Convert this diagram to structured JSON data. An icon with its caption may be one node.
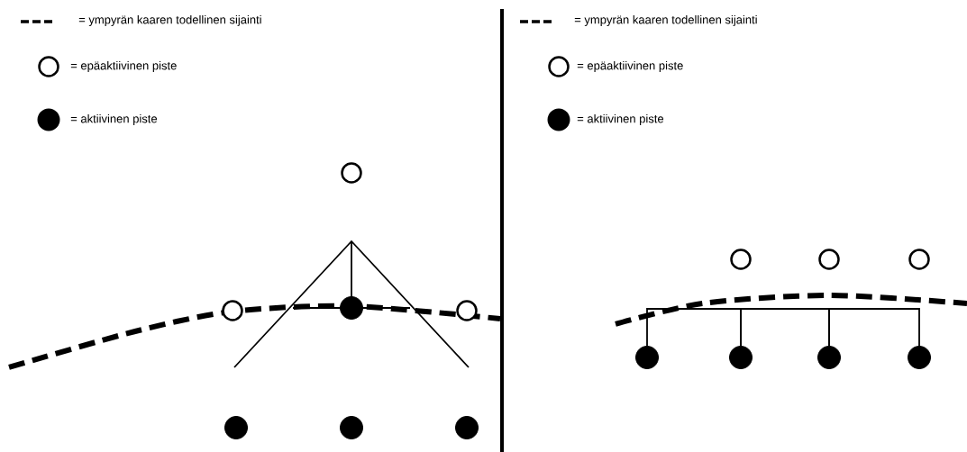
{
  "diagram": {
    "nodes": [
      {
        "text": [],
        "shape": "circle"
      },
      {
        "text": [],
        "shape": "circle"
      },
      {
        "text": [],
        "shape": "circle"
      },
      {
        "text": [],
        "shape": "circle"
      },
      {
        "text": [],
        "shape": "circle"
      },
      {
        "text": [],
        "shape": "circle"
      },
      {
        "text": [],
        "shape": "circle"
      },
      {
        "text": [],
        "shape": "circle"
      },
      {
        "text": [],
        "shape": "circle"
      },
      {
        "text": [],
        "shape": "circle"
      },
      {
        "text": [],
        "shape": "circle"
      },
      {
        "text": [],
        "shape": "circle"
      },
      {
        "text": [],
        "shape": "circle"
      },
      {
        "text": [],
        "shape": "circle"
      }
    ],
    "edges": [
      {
        "from": 10,
        "to": 11,
        "arrow": "none"
      },
      {
        "from": 11,
        "to": 12,
        "arrow": "none"
      },
      {
        "from": 12,
        "to": 13,
        "arrow": "none"
      }
    ],
    "legend": [
      {
        "text": "= ympyrän kaaren todellinen sijainti"
      },
      {
        "text": "= epäaktiivinen piste"
      },
      {
        "text": "= aktiivinen piste"
      },
      {
        "text": "= ympyrän kaaren todellinen sijainti"
      },
      {
        "text": "= epäaktiivinen piste"
      },
      {
        "text": "= aktiivinen piste"
      }
    ]
  }
}
